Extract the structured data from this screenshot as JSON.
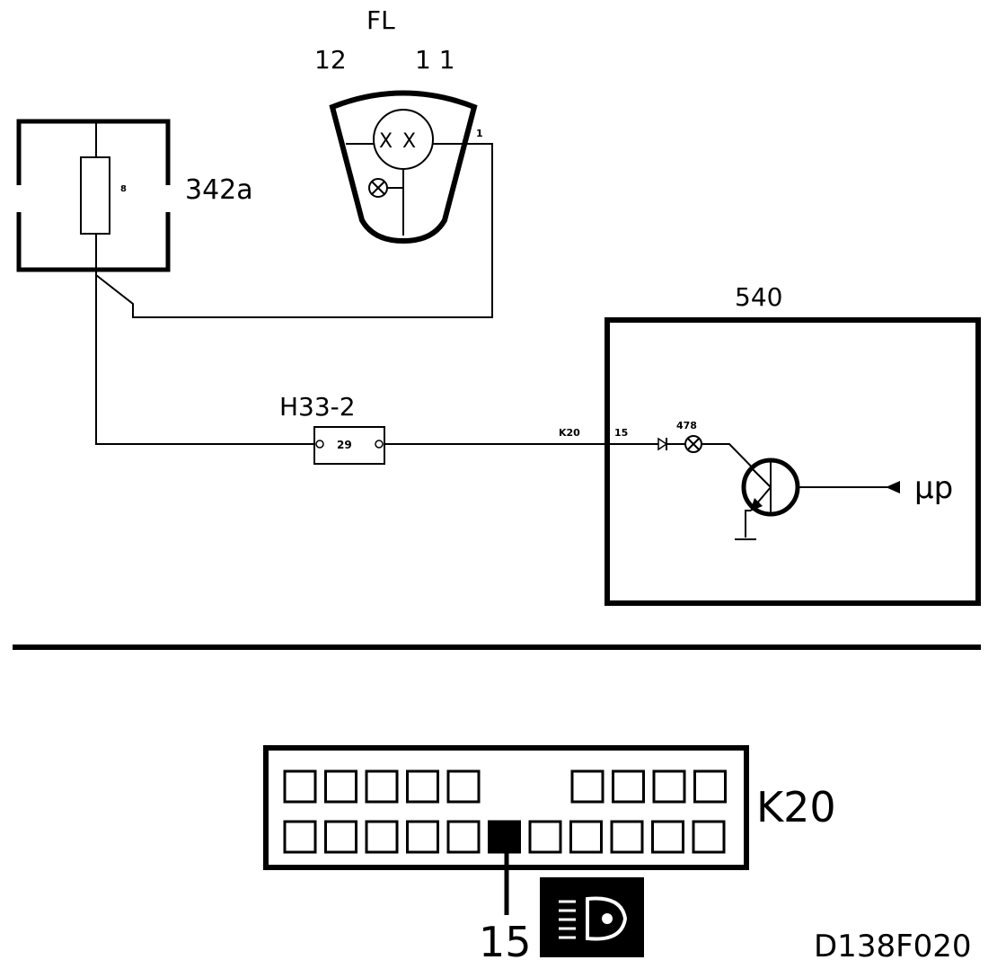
{
  "components": {
    "fl": {
      "label": "FL",
      "pin_left": "12",
      "pin_right": "1 1",
      "pin_conn": "1"
    },
    "fuse_box": {
      "label": "342a",
      "fuse_number": "8"
    },
    "connector_h33": {
      "label": "H33-2",
      "pin": "29"
    },
    "ecu": {
      "label": "540",
      "lamp_label": "478",
      "output_label": "µp"
    },
    "wire": {
      "connector_label": "K20",
      "pin_label": "15"
    }
  },
  "connector_view": {
    "label": "K20",
    "pin_callout": "15",
    "top_row_left_count": 5,
    "top_row_right_count": 4,
    "bottom_row_count": 11,
    "highlighted_pin_index": 5
  },
  "footer": {
    "drawing_code": "D138F020"
  },
  "colors": {
    "ink": "#000000",
    "paper": "#ffffff"
  },
  "icons": [
    "bulb-icon",
    "diode-icon",
    "transistor-icon",
    "ground-icon",
    "headlamp-symbol-icon",
    "fuse-icon"
  ]
}
